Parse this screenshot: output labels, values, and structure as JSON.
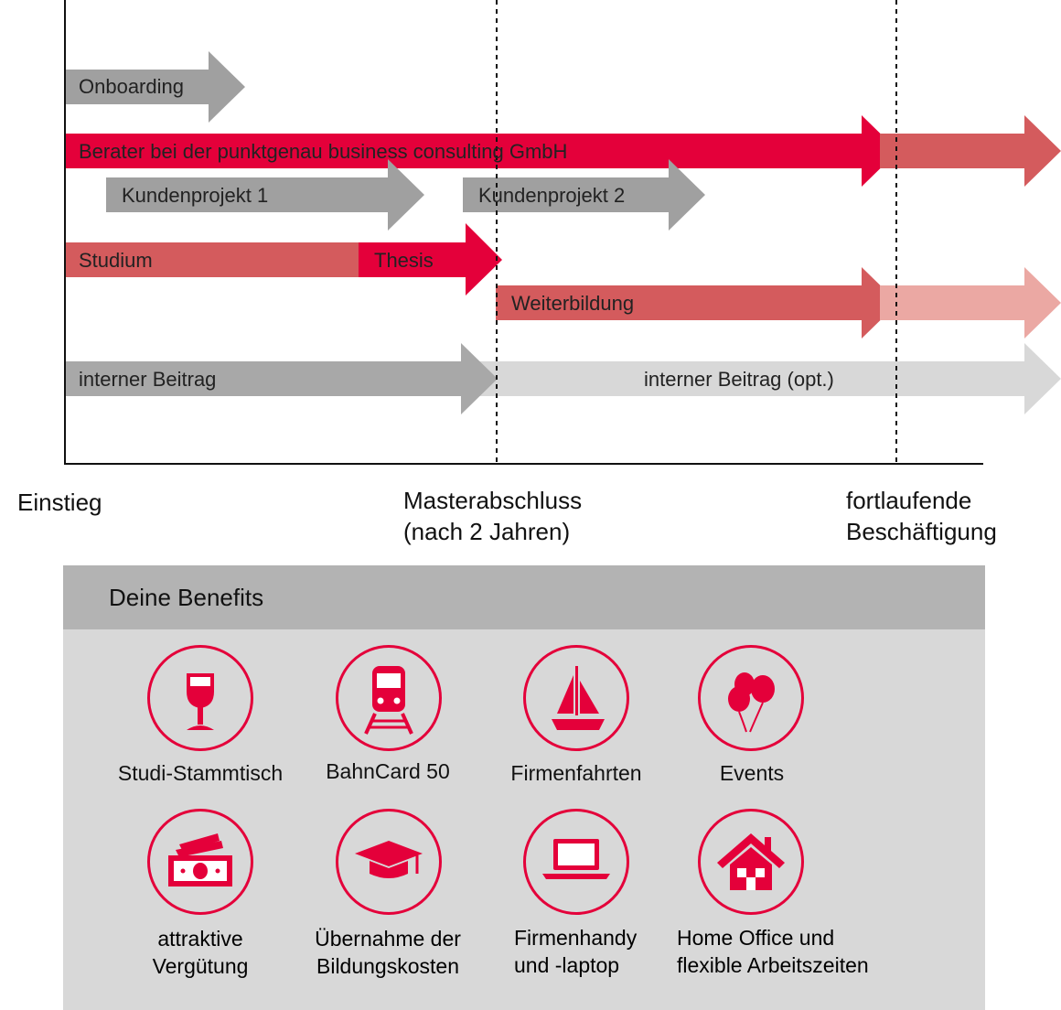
{
  "colors": {
    "accent": "#e4003a",
    "accent_medium": "#d45b5d",
    "accent_light": "#eba8a3",
    "gray_dark": "#a0a0a0",
    "gray_light": "#d8d8d8",
    "header_gray": "#b3b3b3"
  },
  "timeline": {
    "arrows": {
      "onboarding": "Onboarding",
      "berater": "Berater bei der punktgenau business consulting GmbH",
      "kundenprojekt1": "Kundenprojekt 1",
      "kundenprojekt2": "Kundenprojekt 2",
      "studium": "Studium",
      "thesis": "Thesis",
      "weiterbildung": "Weiterbildung",
      "interner_beitrag": "interner Beitrag",
      "interner_beitrag_opt": "interner Beitrag (opt.)"
    },
    "milestones": {
      "einstieg": "Einstieg",
      "master_line1": "Masterabschluss",
      "master_line2": "(nach 2 Jahren)",
      "fortlaufend_line1": "fortlaufende",
      "fortlaufend_line2": "Beschäftigung"
    }
  },
  "benefits": {
    "title": "Deine Benefits",
    "items": [
      {
        "icon": "wine-glass-icon",
        "label": "Studi-Stammtisch",
        "label2": ""
      },
      {
        "icon": "train-icon",
        "label": "BahnCard 50",
        "label2": ""
      },
      {
        "icon": "sailboat-icon",
        "label": "Firmenfahrten",
        "label2": ""
      },
      {
        "icon": "balloons-icon",
        "label": "Events",
        "label2": ""
      },
      {
        "icon": "money-icon",
        "label": "attraktive",
        "label2": "Vergütung"
      },
      {
        "icon": "graduation-cap-icon",
        "label": "Übernahme der",
        "label2": "Bildungskosten"
      },
      {
        "icon": "laptop-icon",
        "label": "Firmenhandy",
        "label2": "und -laptop"
      },
      {
        "icon": "house-icon",
        "label": "Home Office und",
        "label2": "flexible Arbeitszeiten"
      }
    ]
  }
}
